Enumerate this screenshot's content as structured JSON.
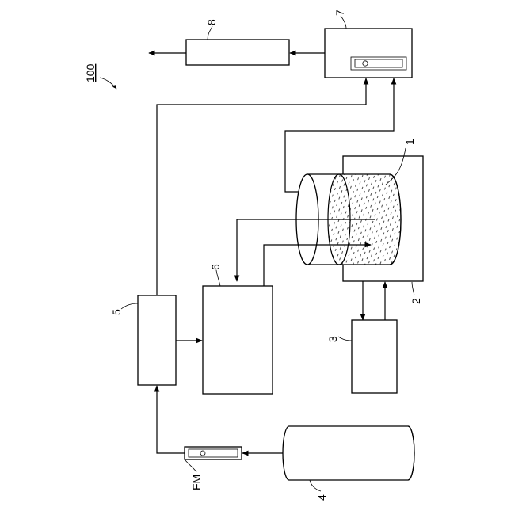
{
  "figure": {
    "labels": {
      "system": "100",
      "tank": "1",
      "vessel": "2",
      "unit3": "3",
      "cylinder": "4",
      "unit5": "5",
      "unit6": "6",
      "unit7": "7",
      "unit8": "8",
      "flowmeter": "FM"
    }
  }
}
